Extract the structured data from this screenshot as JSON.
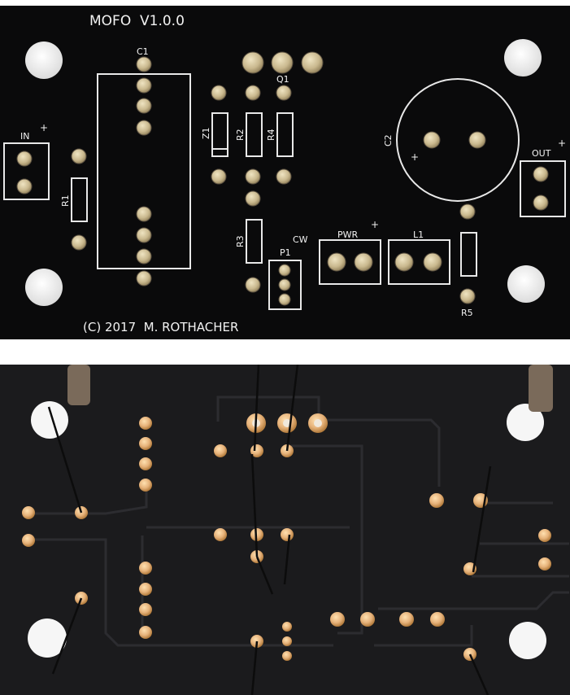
{
  "top_board": {
    "title": "MOFO  V1.0.0",
    "copyright": "(C) 2017  M. ROTHACHER",
    "labels": {
      "c1": "C1",
      "q1": "Q1",
      "z1": "Z1",
      "r2": "R2",
      "r4": "R4",
      "r1": "R1",
      "r3": "R3",
      "c2": "C2",
      "in": "IN",
      "out": "OUT",
      "plus": "+",
      "pwr": "PWR",
      "l1": "L1",
      "p1": "P1",
      "cw": "CW",
      "r5": "R5"
    }
  },
  "colors": {
    "board": "#0a0a0b",
    "silkscreen": "#f0f0f0",
    "pad_top": "#c9b88e",
    "pad_bottom": "#e6b27a",
    "mount_hole": "#f4f4f4",
    "bottom_board": "#1b1b1d",
    "trace": "#2b2b2e"
  }
}
